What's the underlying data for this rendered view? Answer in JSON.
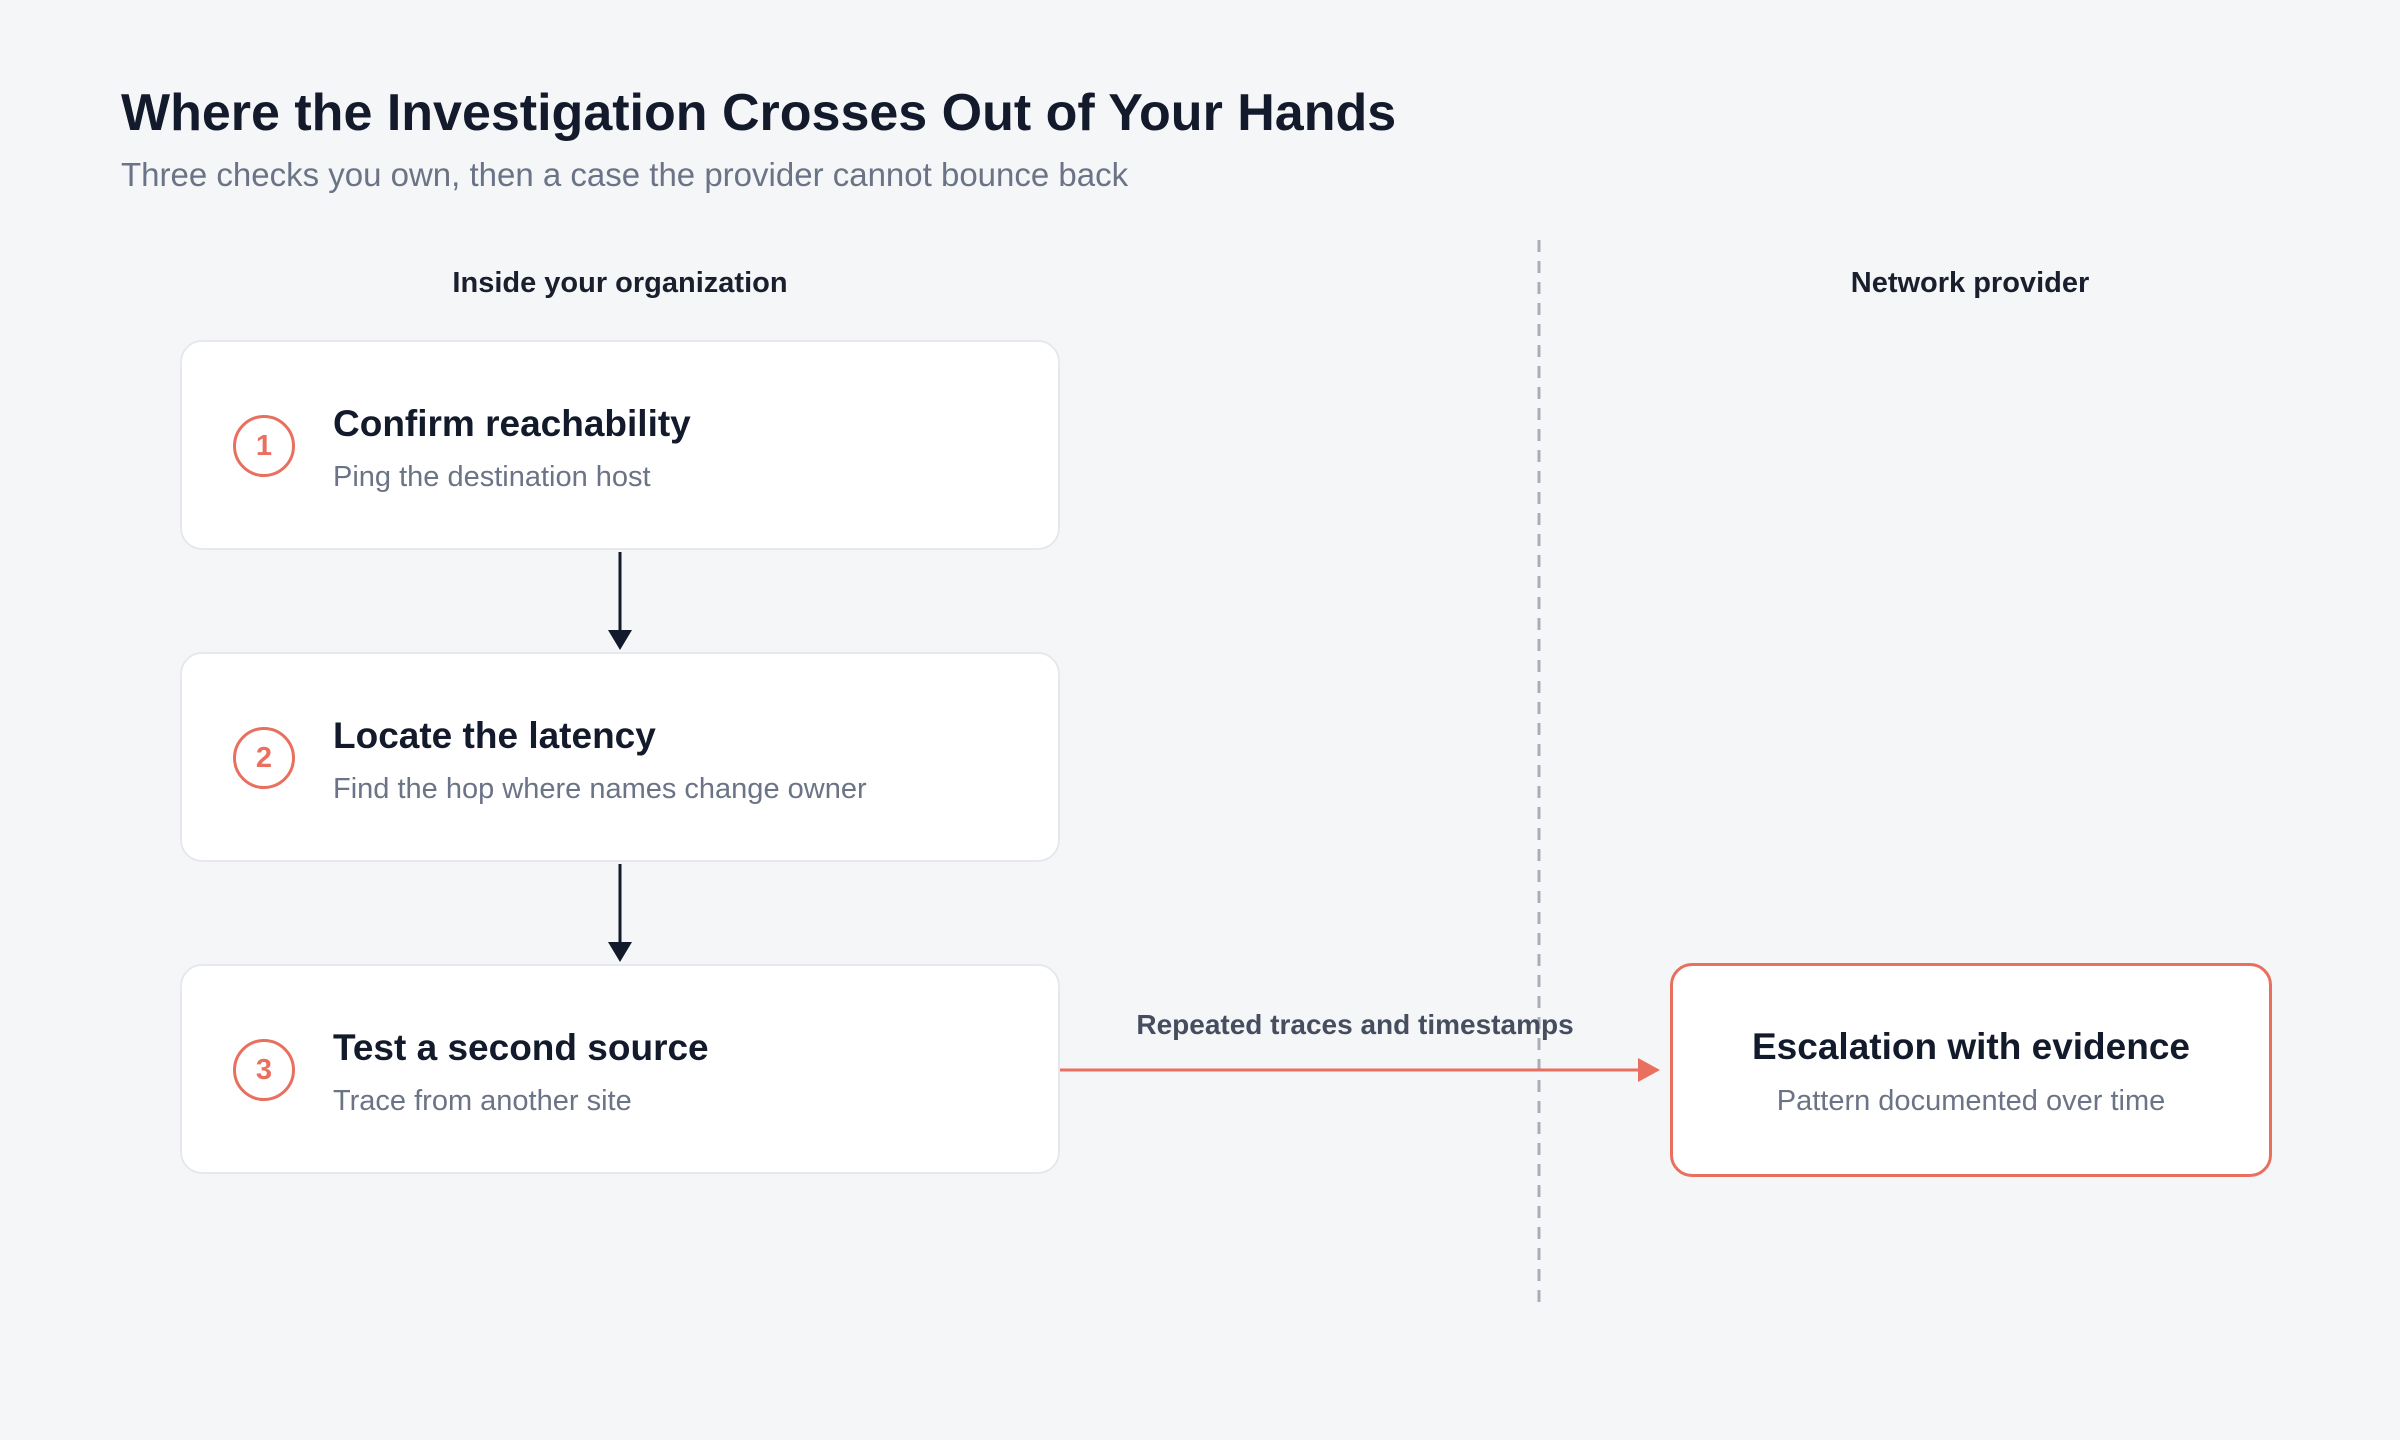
{
  "header": {
    "title": "Where the Investigation Crosses Out of Your Hands",
    "subtitle": "Three checks you own, then a case the provider cannot bounce back"
  },
  "lanes": {
    "internal": "Inside your organization",
    "provider": "Network provider"
  },
  "steps": [
    {
      "number": "1",
      "title": "Confirm reachability",
      "description": "Ping the destination host"
    },
    {
      "number": "2",
      "title": "Locate the latency",
      "description": "Find the hop where names change owner"
    },
    {
      "number": "3",
      "title": "Test a second source",
      "description": "Trace from another site"
    }
  ],
  "handoff": {
    "label": "Repeated traces and timestamps"
  },
  "escalation": {
    "title": "Escalation with evidence",
    "description": "Pattern documented over time"
  },
  "colors": {
    "accent": "#e96f5f",
    "ink": "#121a2b",
    "muted": "#6b7386",
    "background": "#f5f6f8",
    "boundary": "#a9adb8"
  }
}
